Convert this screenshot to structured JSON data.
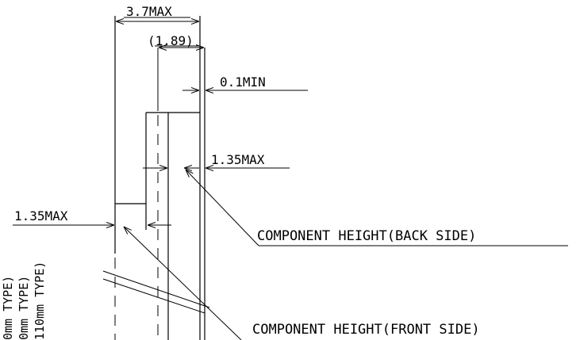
{
  "dimensions": {
    "overall_thickness": "3.7MAX",
    "ref_dimension": "(1.89)",
    "gap_min": "0.1MIN",
    "back_height": "1.35MAX",
    "front_height": "1.35MAX"
  },
  "callouts": {
    "back_side": "COMPONENT HEIGHT(BACK SIDE)",
    "front_side": "COMPONENT HEIGHT(FRONT SIDE)"
  },
  "type_labels": [
    "0mm TYPE)",
    "0mm TYPE)",
    "110mm TYPE)"
  ]
}
